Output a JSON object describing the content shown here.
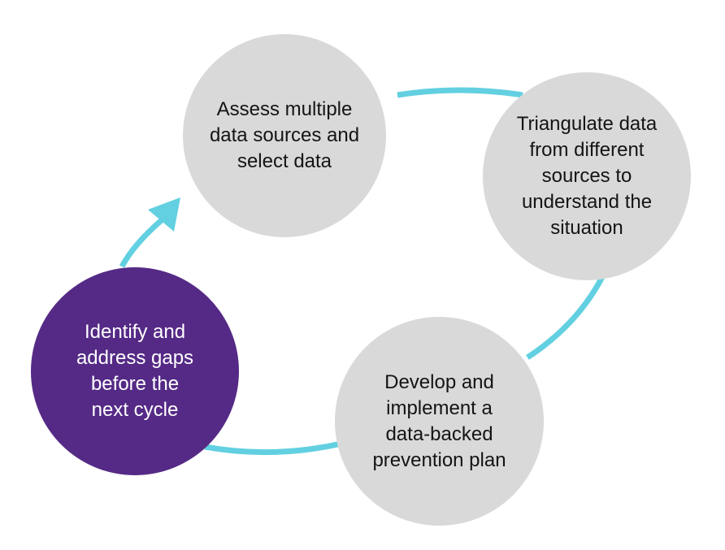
{
  "colors": {
    "step_fill": "#d9d9d9",
    "highlight_fill": "#552a86",
    "dark_text": "#141414",
    "light_text": "#ffffff",
    "connector": "#62d0e1",
    "background": "#ffffff"
  },
  "steps": [
    {
      "label": "Assess multiple\ndata sources and\nselect data",
      "highlighted": false
    },
    {
      "label": "Triangulate data\nfrom different\nsources to\nunderstand the\nsituation",
      "highlighted": false
    },
    {
      "label": "Develop and\nimplement a\ndata-backed\nprevention plan",
      "highlighted": false
    },
    {
      "label": "Identify and\naddress gaps\nbefore the\nnext cycle",
      "highlighted": true
    }
  ]
}
